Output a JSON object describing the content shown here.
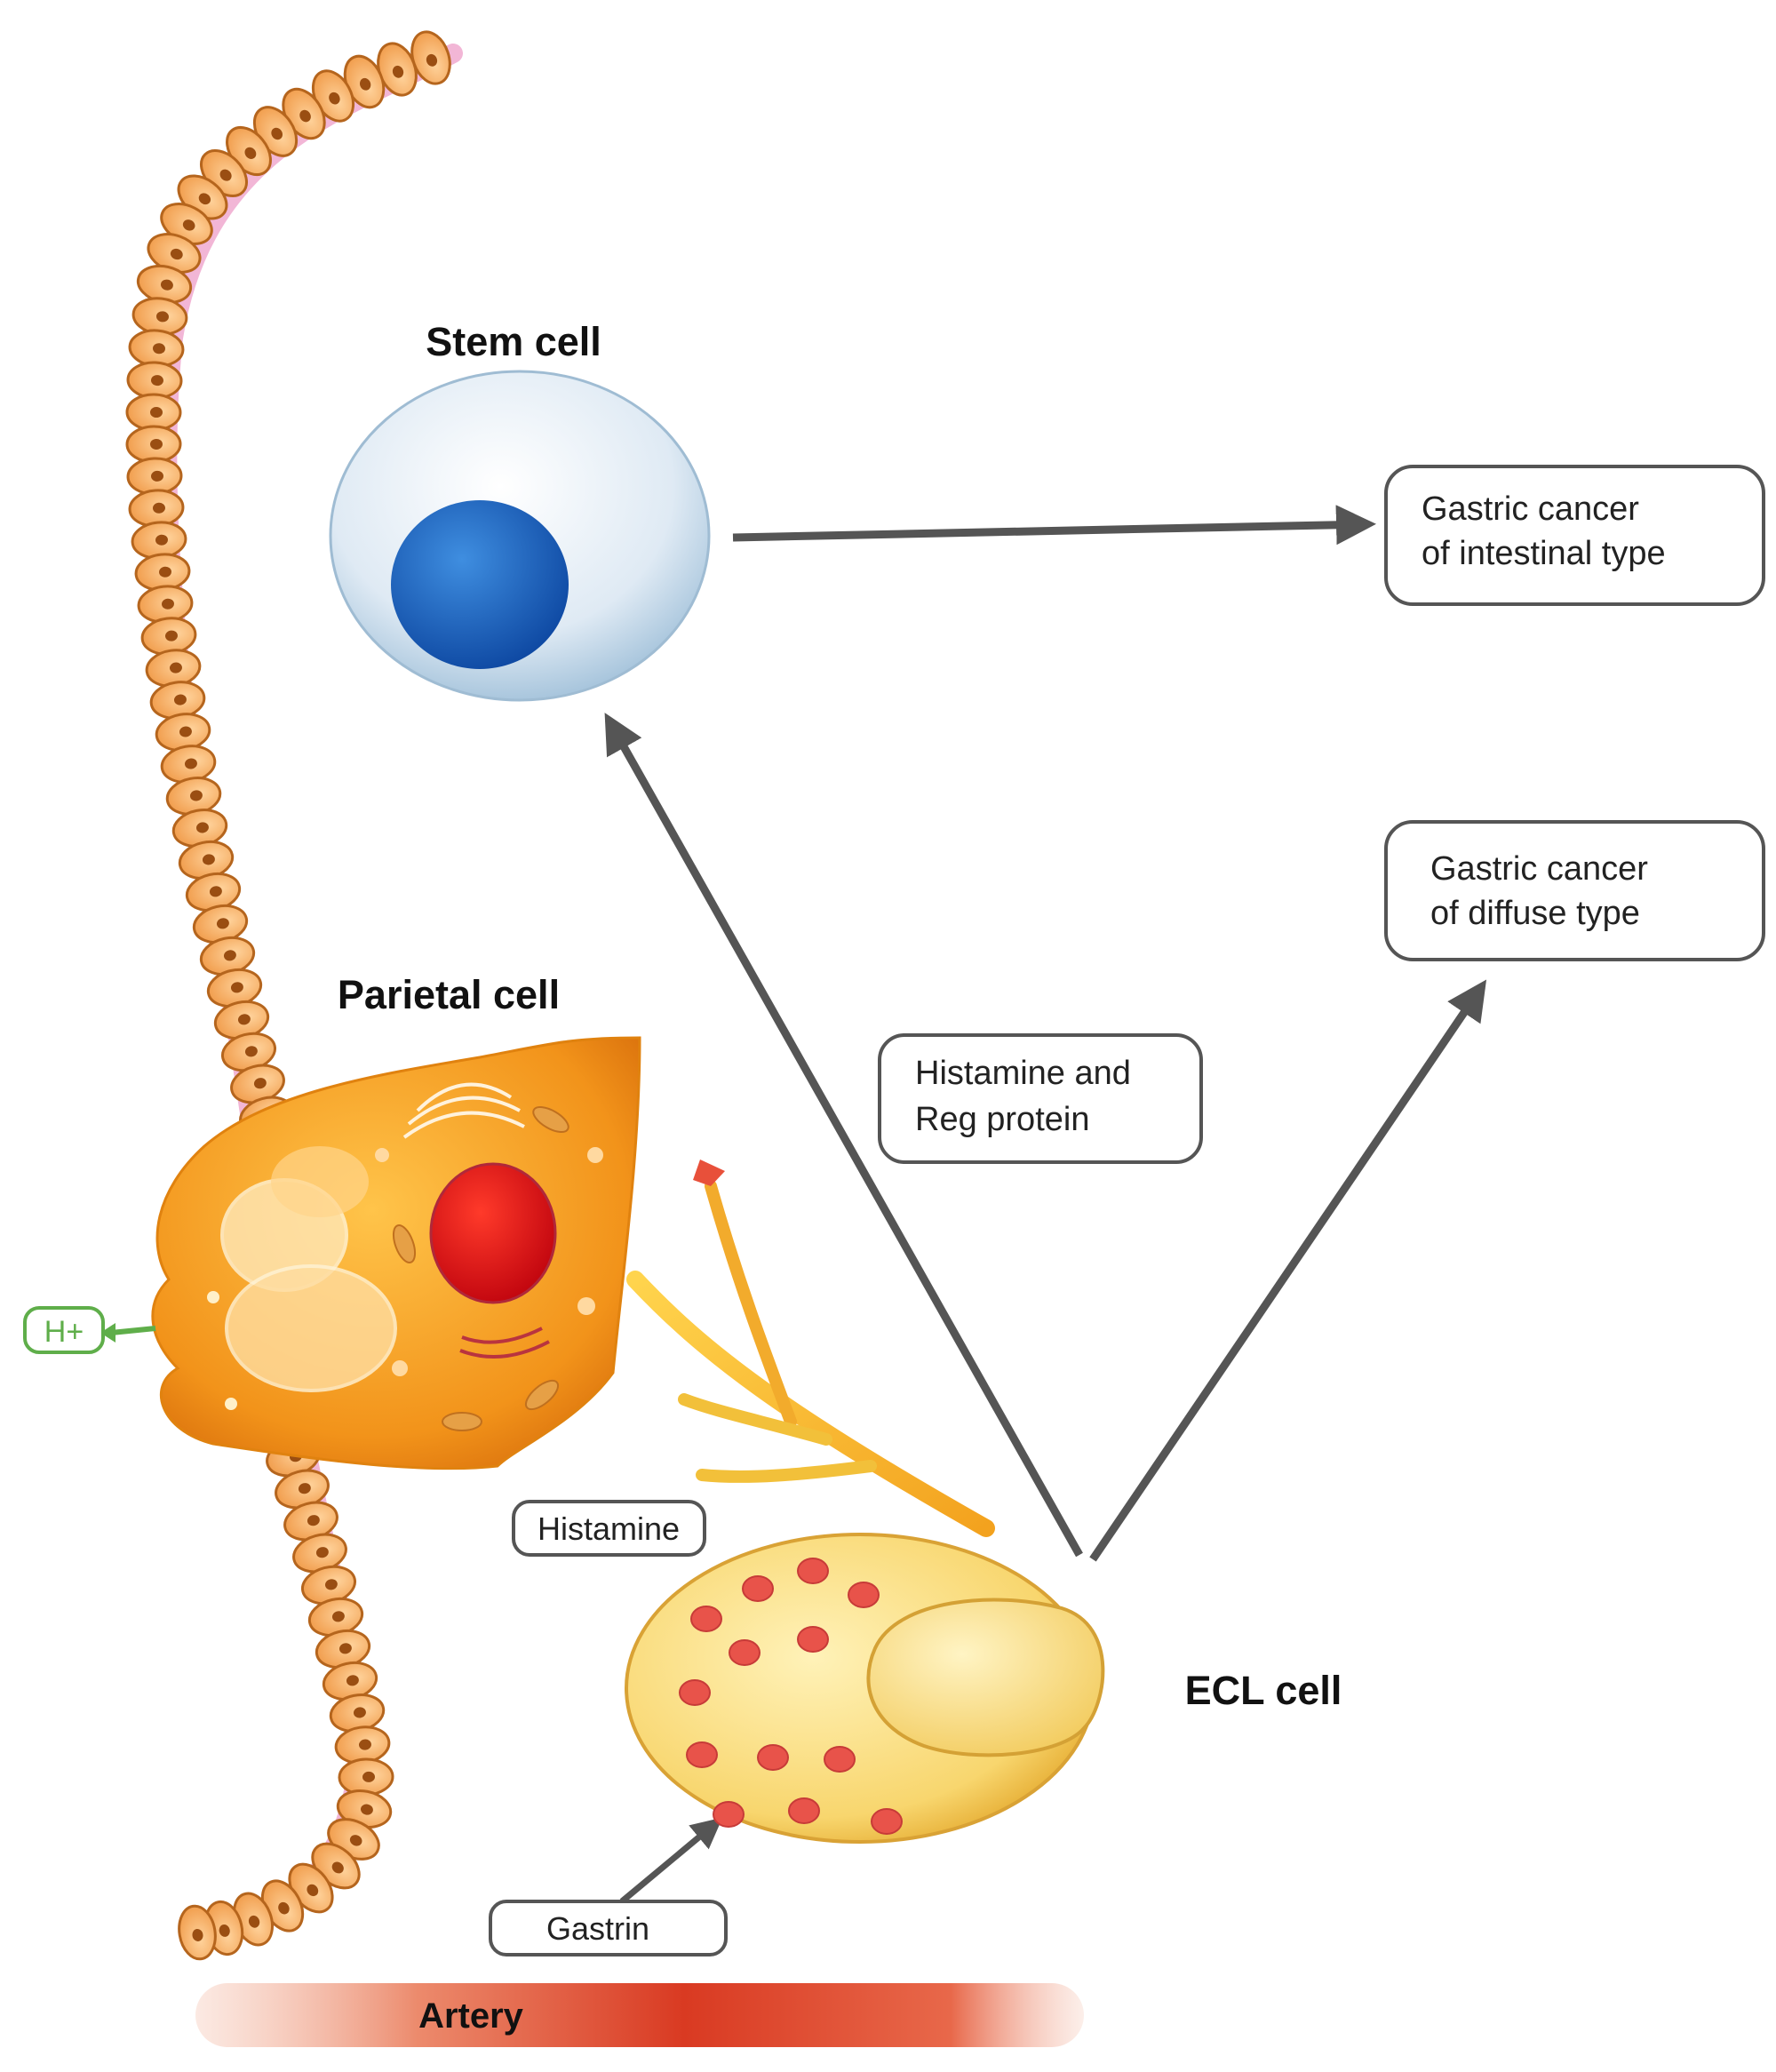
{
  "labels": {
    "stem_cell": "Stem cell",
    "parietal_cell": "Parietal cell",
    "ecl_cell": "ECL cell",
    "artery": "Artery",
    "h_plus": "H+",
    "histamine": "Histamine",
    "histamine_reg_line1": "Histamine and",
    "histamine_reg_line2": "Reg protein",
    "gastrin": "Gastrin",
    "cancer_intestinal_line1": "Gastric cancer",
    "cancer_intestinal_line2": "of intestinal type",
    "cancer_diffuse_line1": "Gastric cancer",
    "cancer_diffuse_line2": "of diffuse type"
  },
  "colors": {
    "epithelium_fill": "#f0a050",
    "epithelium_stroke": "#b5651d",
    "basement_membrane": "#f2b6d6",
    "arrow": "#555555",
    "artery_red": "#d93a22",
    "h_plus_green": "#5fae4a",
    "stem_nucleus": "#1565c0",
    "ecl_fill": "#f7d36a",
    "ecl_granules": "#e8534a",
    "parietal_fill": "#f29a1f",
    "parietal_nucleus": "#d9141a"
  }
}
